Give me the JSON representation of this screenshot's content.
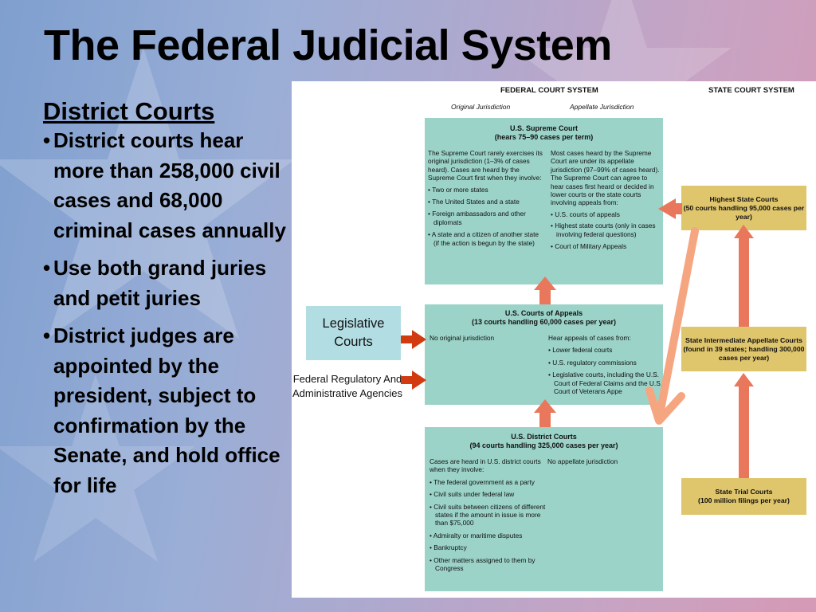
{
  "slide": {
    "title": "The Federal Judicial System",
    "section_heading": "District Courts",
    "bullets": [
      "District  courts hear more than 258,000 civil cases and 68,000 criminal cases annually",
      "Use both grand juries and petit juries",
      "District judges are appointed by the president, subject to confirmation by the Senate, and hold office for life"
    ],
    "bullet_symbol": "•"
  },
  "chart": {
    "federal_header": "FEDERAL COURT SYSTEM",
    "state_header": "STATE COURT SYSTEM",
    "original_jurisdiction": "Original Jurisdiction",
    "appellate_jurisdiction": "Appellate Jurisdiction",
    "supreme": {
      "title": "U.S. Supreme Court",
      "subtitle": "(hears 75–90 cases per term)",
      "left_text": "The Supreme Court rarely exercises its original jurisdiction (1–3% of cases heard). Cases are heard by the Supreme Court first when they involve:",
      "left_items": [
        "Two or more states",
        "The United States and a state",
        "Foreign ambassadors and other diplomats",
        "A state and a citizen of another state (if the action is begun by the state)"
      ],
      "right_text": "Most cases heard by the Supreme Court are under its appellate jurisdiction (97–99% of cases heard). The Supreme Court can agree to hear cases first heard or decided in lower courts or the state courts involving appeals from:",
      "right_items": [
        "U.S. courts of appeals",
        "Highest state courts (only in cases involving federal questions)",
        "Court of Military Appeals"
      ]
    },
    "appeals": {
      "title": "U.S. Courts of Appeals",
      "subtitle": "(13 courts handling 60,000 cases per year)",
      "left_text": "No original jurisdiction",
      "right_text": "Hear appeals of cases from:",
      "right_items": [
        "Lower federal courts",
        "U.S. regulatory commissions",
        "Legislative courts, including the U.S. Court of Federal Claims and the U.S. Court of Veterans Appe"
      ]
    },
    "district": {
      "title": "U.S. District Courts",
      "subtitle": "(94 courts handling 325,000 cases per year)",
      "left_text": "Cases are heard in U.S. district courts when they involve:",
      "left_items": [
        "The federal government as a party",
        "Civil suits under federal law",
        "Civil suits between citizens of different states if the amount in issue is more than $75,000",
        "Admiralty or maritime disputes",
        "Bankruptcy",
        "Other matters assigned to them by Congress"
      ],
      "right_text": "No appellate jurisdiction"
    },
    "state_highest": {
      "title": "Highest State Courts",
      "subtitle": "(50 courts handling 95,000 cases per year)"
    },
    "state_intermediate": {
      "title": "State Intermediate Appellate Courts",
      "subtitle": "(found in 39 states; handling 300,000 cases per year)"
    },
    "state_trial": {
      "title": "State Trial Courts",
      "subtitle": "(100 million filings per year)"
    },
    "legislative_courts": "Legislative Courts",
    "federal_agencies": "Federal Regulatory And Administrative Agencies"
  },
  "colors": {
    "federal_box": "#9bd3c8",
    "state_box": "#dfc56c",
    "arrow_up": "#e9775c",
    "arrow_diagonal": "#f5a681",
    "arrow_side": "#d23a10",
    "legislative_box": "#b2dde3"
  }
}
